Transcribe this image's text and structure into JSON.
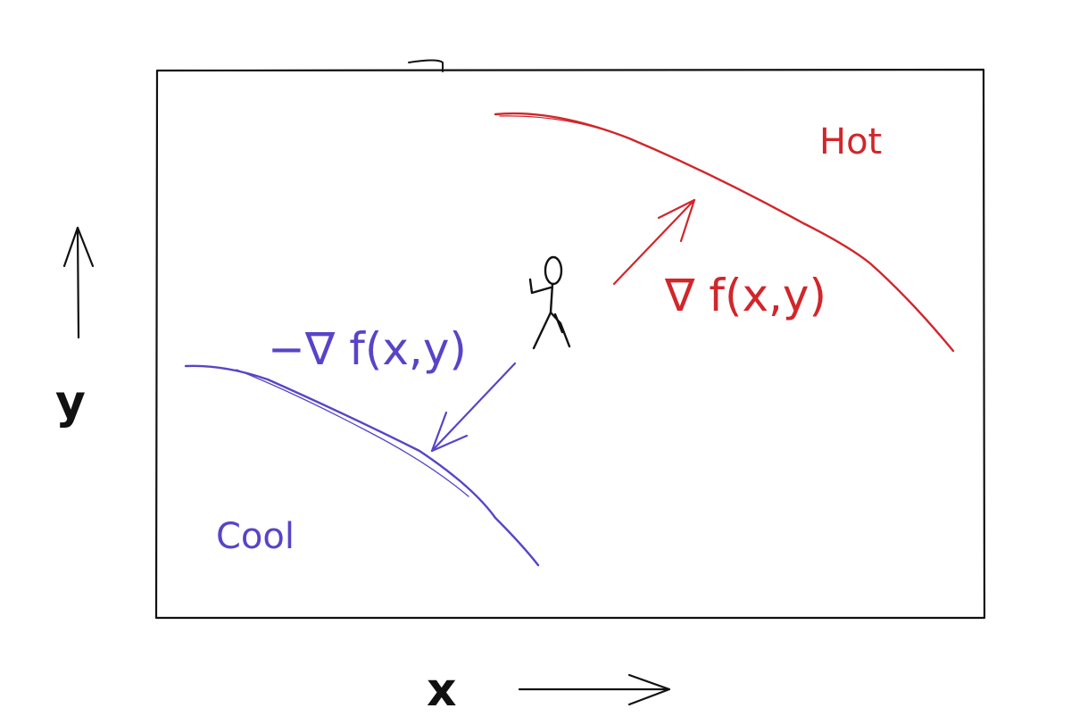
{
  "labels": {
    "hot": "Hot",
    "cool": "Cool",
    "gradient": "∇ f(x,y)",
    "neg_gradient": "−∇ f(x,y)",
    "x_axis": "x",
    "y_axis": "y"
  },
  "colors": {
    "ink": "#111111",
    "hot": "#d1262b",
    "cool": "#5a43c8",
    "background": "#ffffff"
  },
  "icons": {
    "figure": "stick-figure-icon",
    "x_arrow": "right-arrow-icon",
    "y_arrow": "up-arrow-icon"
  }
}
